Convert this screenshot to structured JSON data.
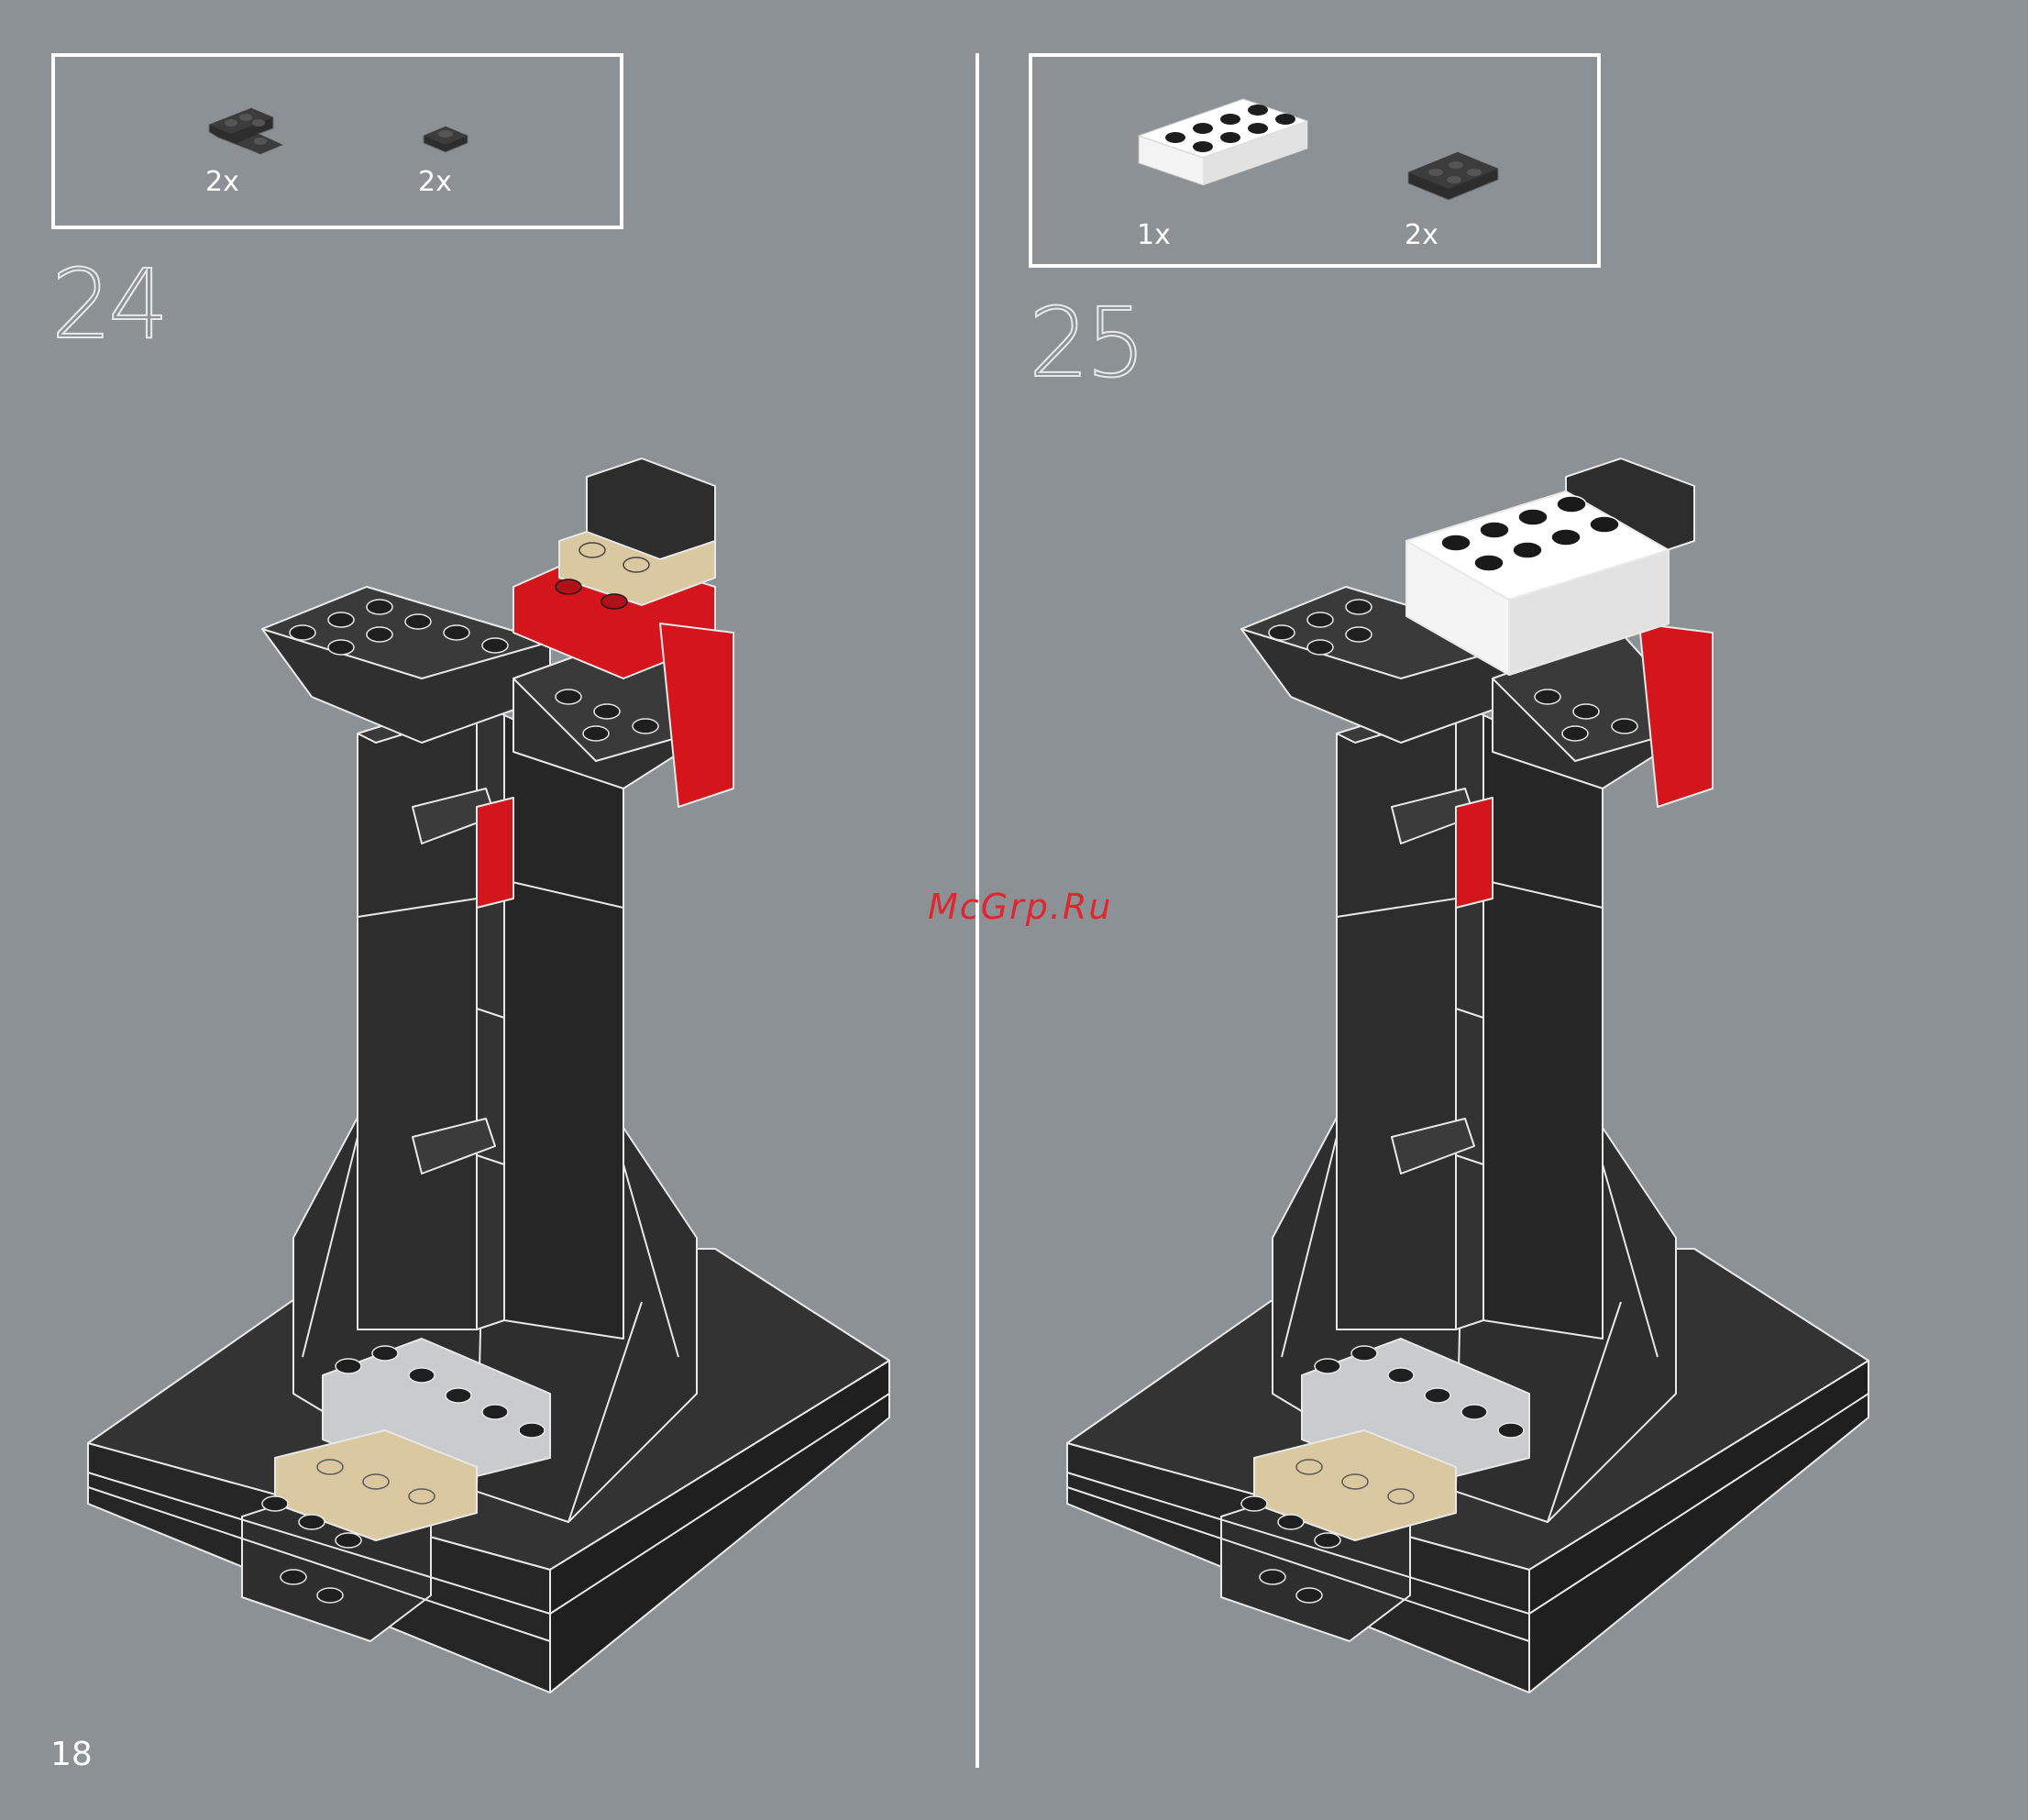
{
  "page_number": "18",
  "watermark": "McGrp.Ru",
  "steps": [
    {
      "number": "24",
      "parts": [
        {
          "icon": "black-angle-plate-icon",
          "count": "2x"
        },
        {
          "icon": "black-1x1-plate-icon",
          "count": "2x"
        }
      ]
    },
    {
      "number": "25",
      "parts": [
        {
          "icon": "white-2x4-brick-icon",
          "count": "1x"
        },
        {
          "icon": "black-2x2-plate-icon",
          "count": "2x"
        }
      ]
    }
  ],
  "colors": {
    "background": "#8b9194",
    "brick_black": "#2d2d2d",
    "brick_red": "#d4151c",
    "brick_tan": "#d9c8a0",
    "brick_white": "#f4f4f4",
    "brick_light_gray": "#c9cbcc"
  }
}
